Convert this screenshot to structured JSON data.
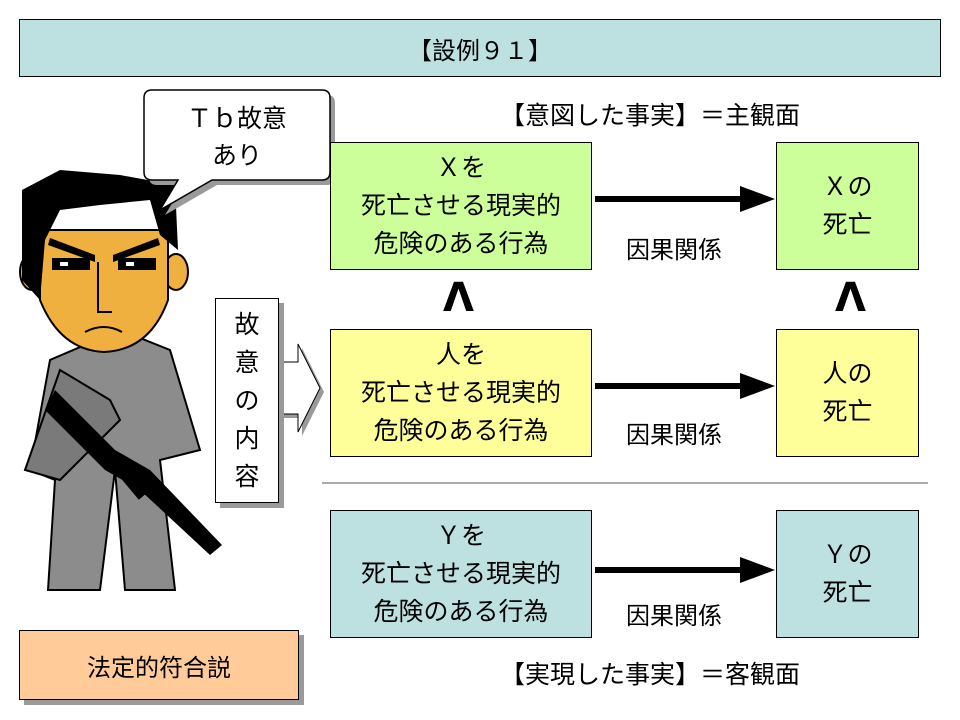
{
  "title": "【設例９１】",
  "subjective_heading": "【意図した事実】＝主観面",
  "objective_heading": "【実現した事実】＝客観面",
  "speech": [
    "Ｔｂ故意",
    "あり"
  ],
  "row_x": {
    "act": [
      "Ｘを",
      "死亡させる現実的",
      "危険のある行為"
    ],
    "causal": "因果関係",
    "result": [
      "Ｘの",
      "死亡"
    ]
  },
  "row_person": {
    "act": [
      "人を",
      "死亡させる現実的",
      "危険のある行為"
    ],
    "causal": "因果関係",
    "result": [
      "人の",
      "死亡"
    ]
  },
  "row_y": {
    "act": [
      "Ｙを",
      "死亡させる現実的",
      "危険のある行為"
    ],
    "causal": "因果関係",
    "result": [
      "Ｙの",
      "死亡"
    ]
  },
  "gte_symbol": "Λ",
  "intent_label": [
    "故",
    "意",
    "の",
    "内",
    "容"
  ],
  "theory": "法定的符合説",
  "colors": {
    "green": "#ccff99",
    "yellow": "#ffff99",
    "blue": "#bde0e0",
    "orange": "#ffcc99"
  }
}
